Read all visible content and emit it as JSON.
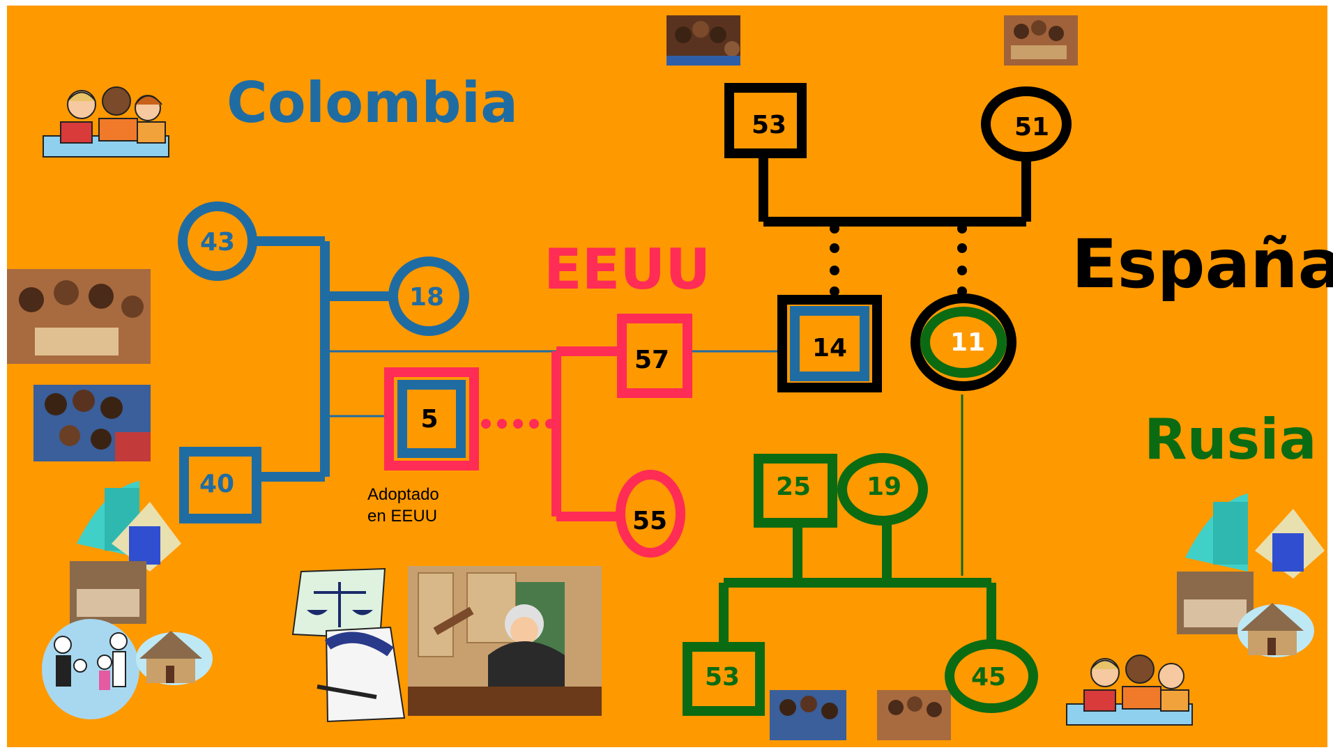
{
  "colors": {
    "background": "#FF9900",
    "colombia": "#1F6CA3",
    "eeuu": "#FF2C55",
    "espana": "#000000",
    "rusia": "#0B6B12",
    "white_number": "#FFFFFF"
  },
  "countries": {
    "colombia": "Colombia",
    "eeuu": "EEUU",
    "espana": "España",
    "rusia": "Rusia"
  },
  "people": {
    "colombia_mother": "43",
    "colombia_daughter": "18",
    "colombia_father": "40",
    "adopted_child": "5",
    "eeuu_father": "57",
    "eeuu_mother": "55",
    "espana_grandfather": "53",
    "espana_grandmother": "51",
    "espana_son": "14",
    "espana_daughter": "11",
    "rusia_father": "25",
    "rusia_mother": "19",
    "rusia_son": "53",
    "rusia_daughter": "45"
  },
  "notes": {
    "adopted_line1": "Adoptado",
    "adopted_line2": "en EEUU"
  },
  "clipart": [
    "children-reading-icon",
    "family-photo-icon",
    "city-buildings-icon",
    "house-icon",
    "family-figures-icon",
    "scales-of-justice-icon",
    "handshake-contract-icon",
    "judge-icon"
  ]
}
